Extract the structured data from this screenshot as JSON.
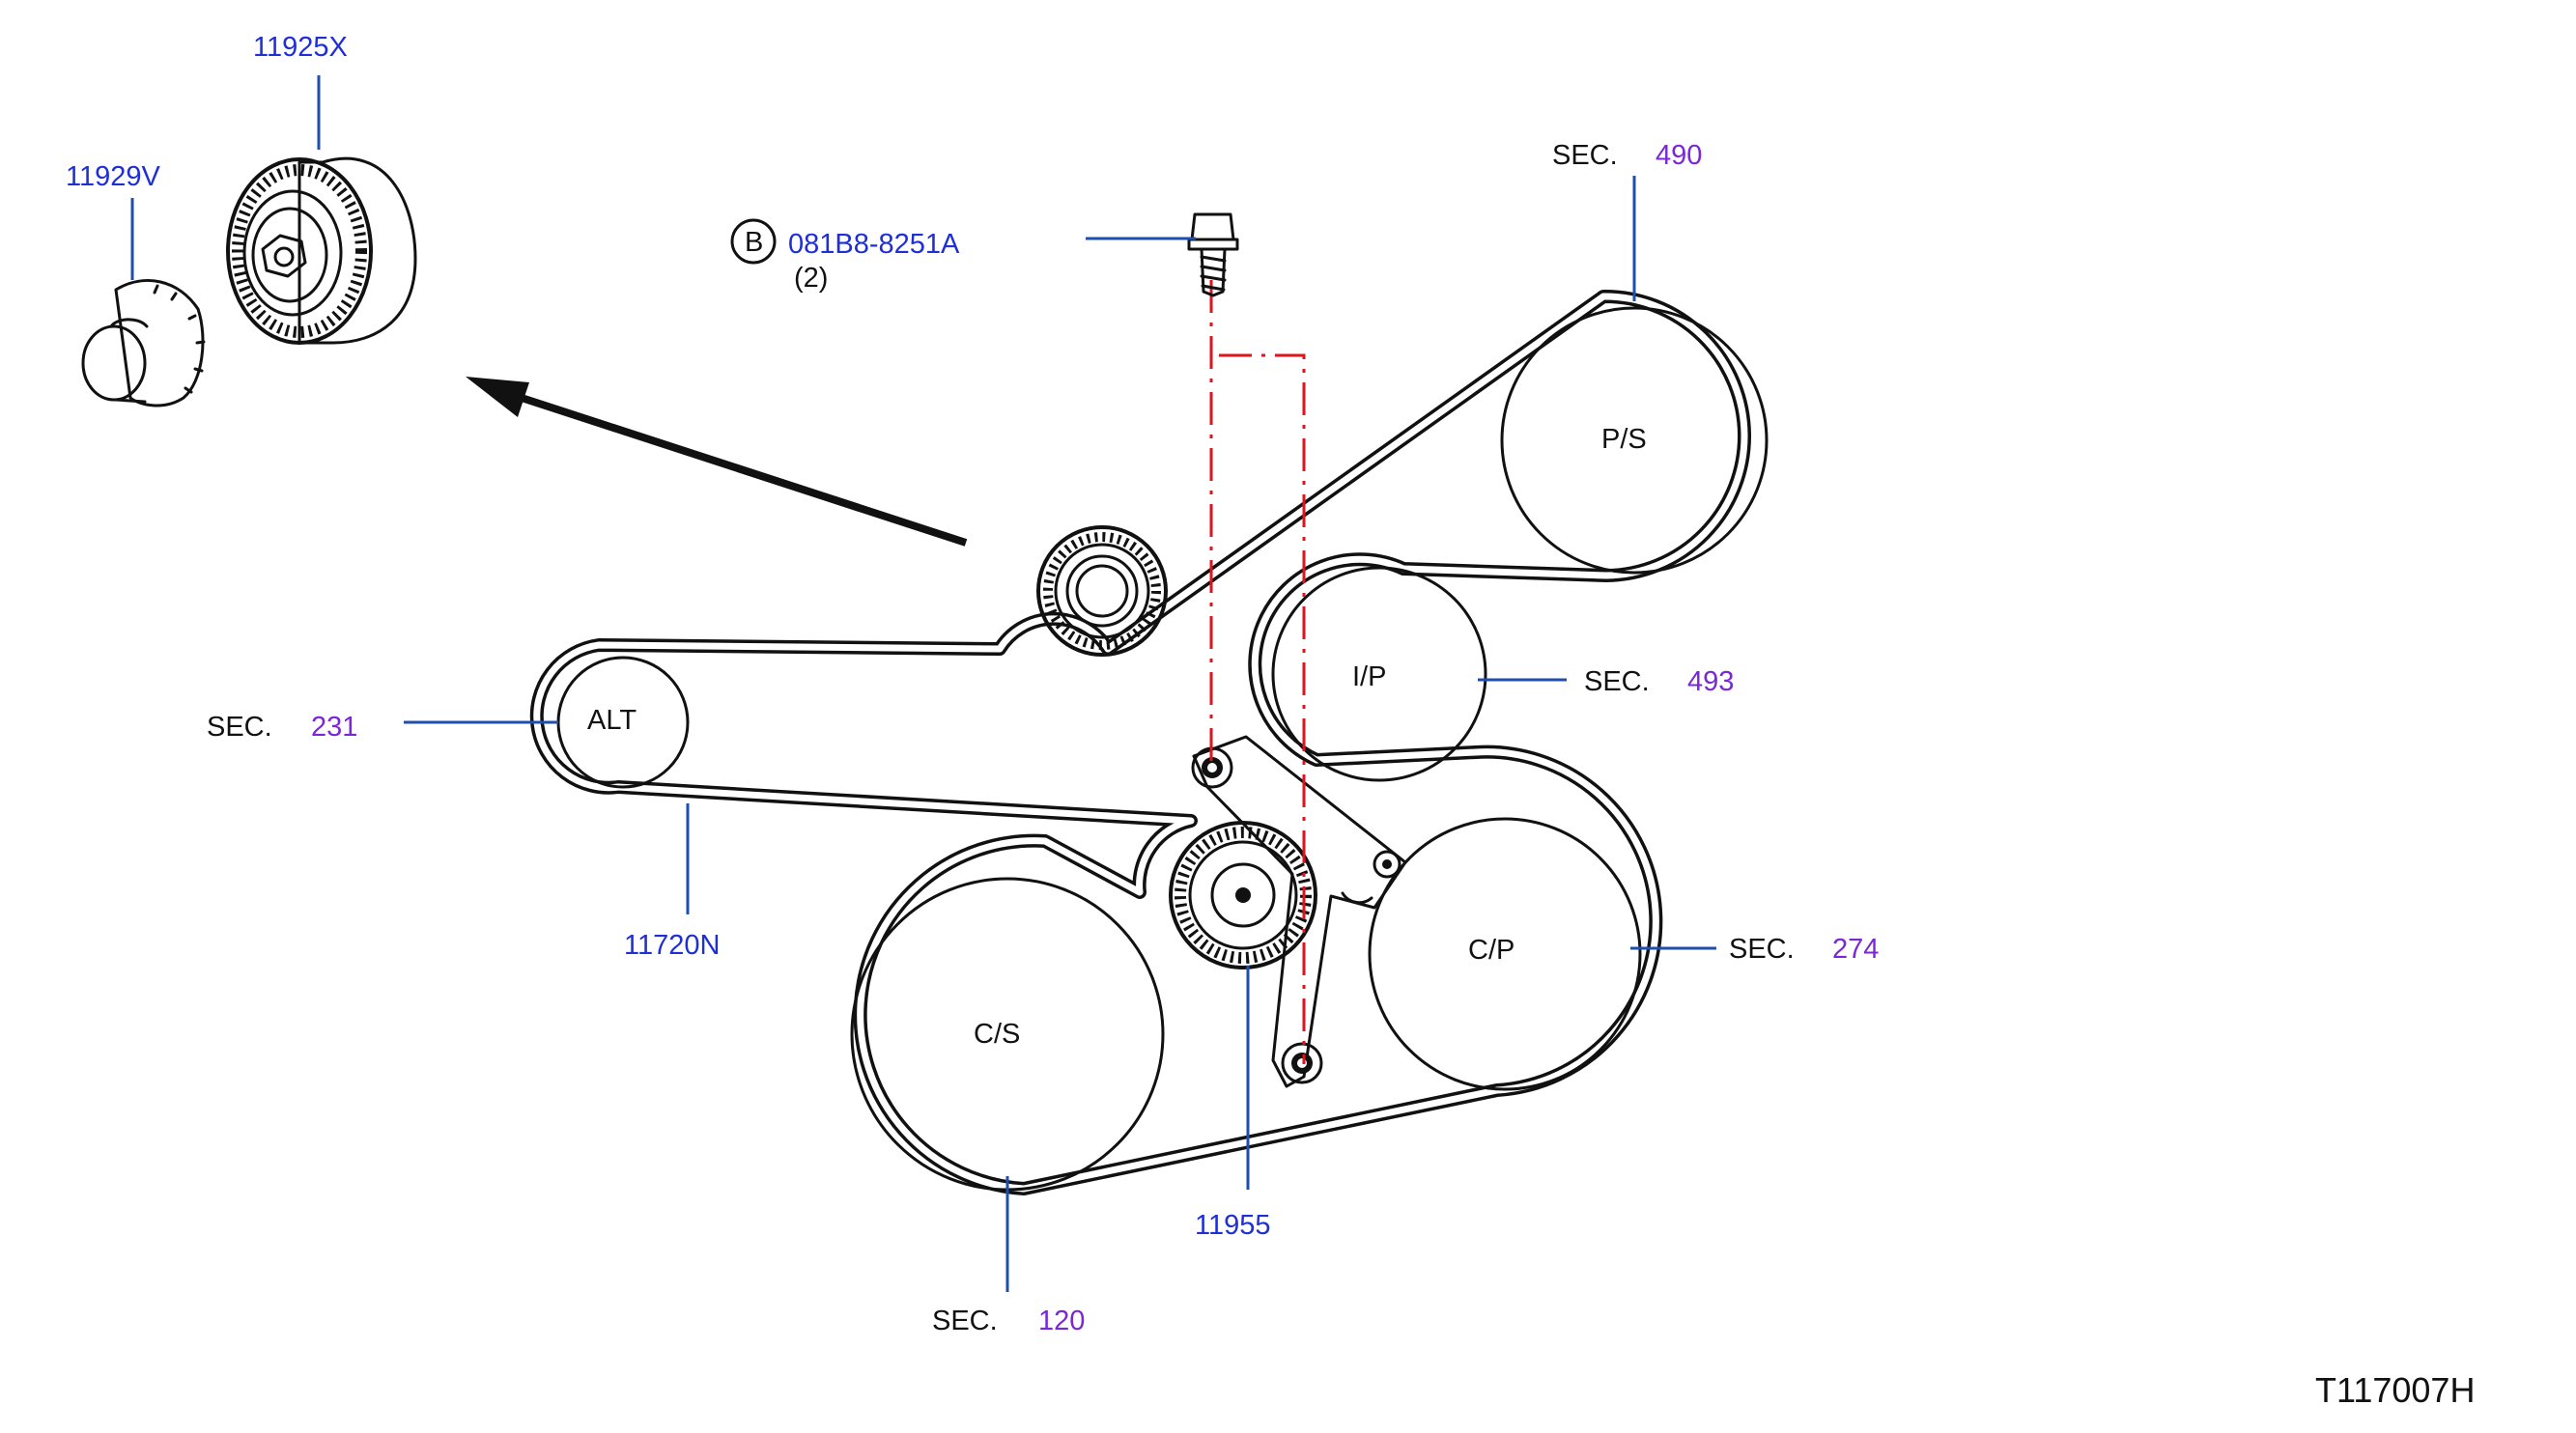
{
  "diagram_code": "T117007H",
  "pulleys": {
    "ps": "P/S",
    "ip": "I/P",
    "alt": "ALT",
    "cp": "C/P",
    "cs": "C/S"
  },
  "sec_label": "SEC.",
  "sections": {
    "ps": "490",
    "ip": "493",
    "alt": "231",
    "cp": "274",
    "cs": "120"
  },
  "parts": {
    "idler_pulley": "11925X",
    "pulley_cover": "11929V",
    "belt": "11720N",
    "tensioner": "11955",
    "bolt": "081B8-8251A",
    "bolt_qty": "(2)",
    "bolt_ref": "B"
  },
  "colors": {
    "part_number": "#1f2fd6",
    "section_number": "#7a28d6",
    "leader": "#1f4fae",
    "center_line": "#e0141c"
  }
}
